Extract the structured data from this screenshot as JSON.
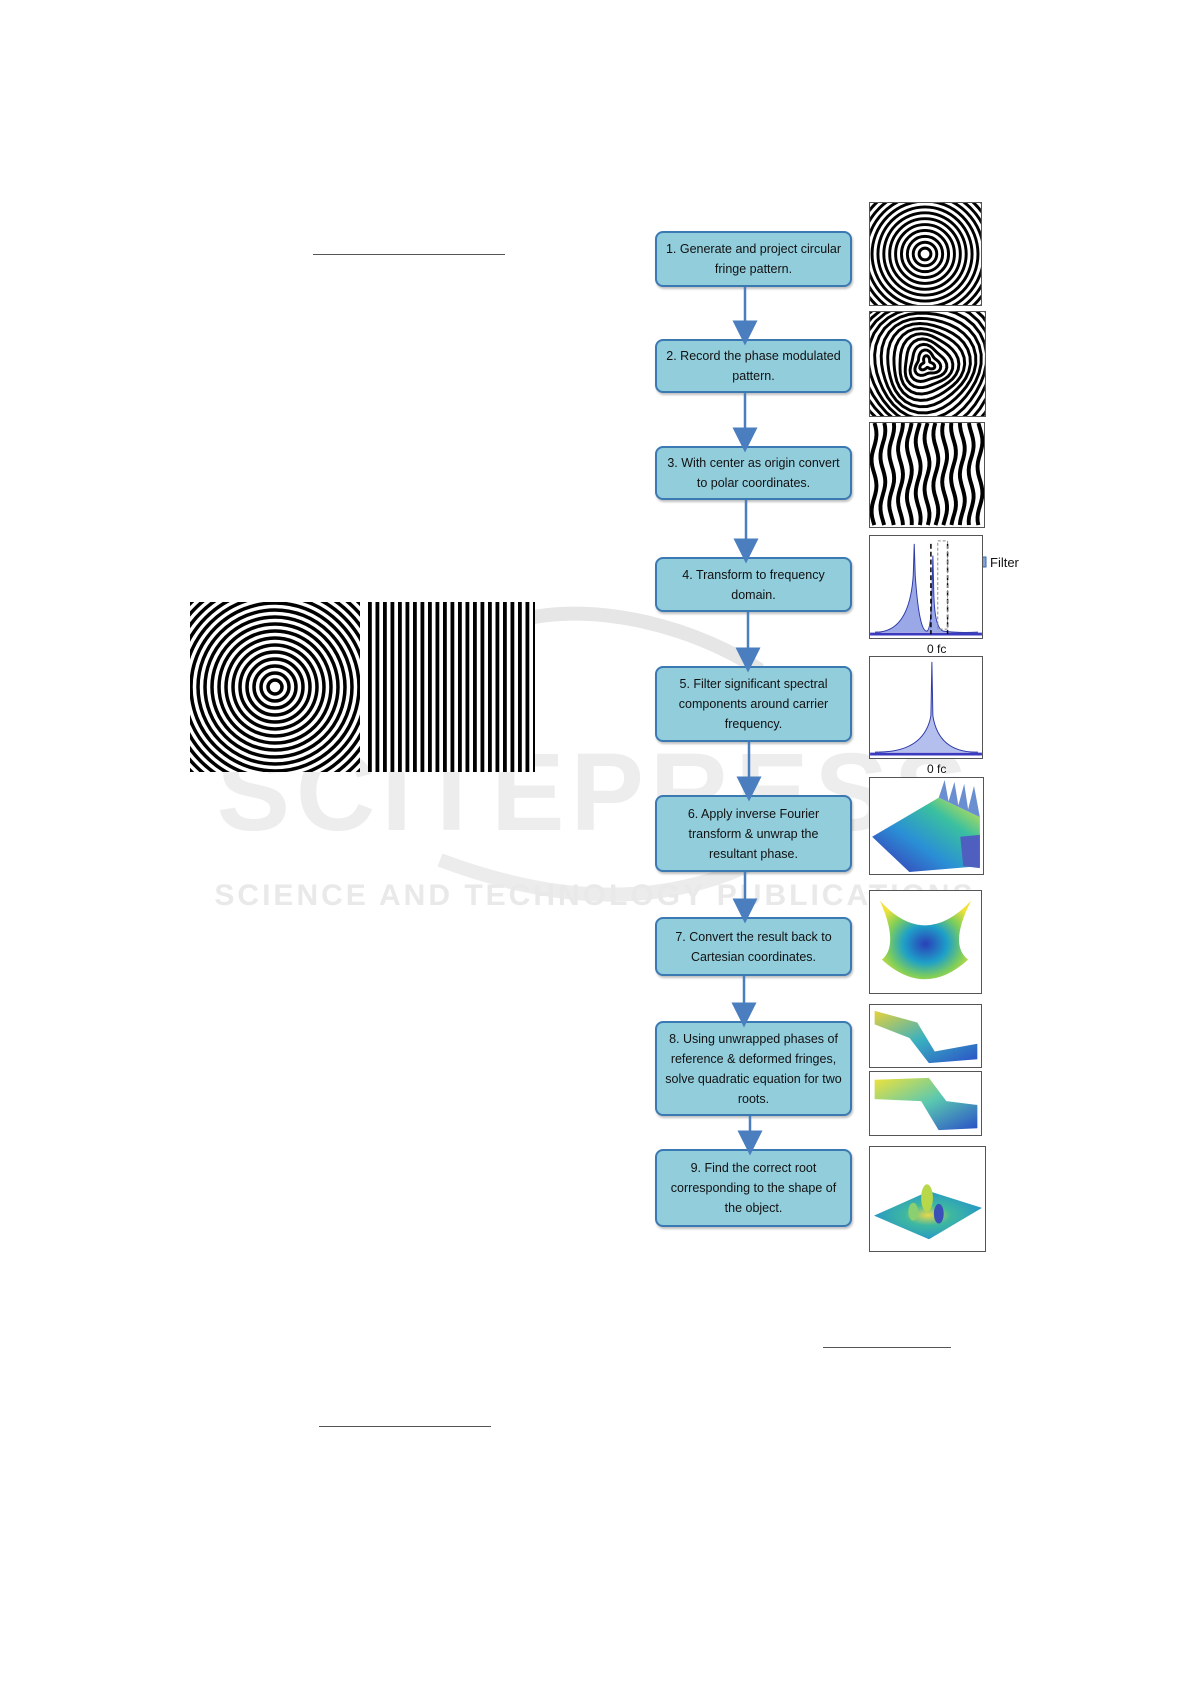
{
  "flowchart": {
    "steps": [
      {
        "label": "1. Generate and project circular fringe pattern."
      },
      {
        "label": "2. Record the phase modulated pattern."
      },
      {
        "label": "3. With center as origin convert to polar coordinates."
      },
      {
        "label": "4. Transform to frequency domain."
      },
      {
        "label": "5. Filter significant spectral components around carrier frequency."
      },
      {
        "label": "6. Apply inverse Fourier transform & unwrap the resultant phase."
      },
      {
        "label": "7. Convert the result back to Cartesian coordinates."
      },
      {
        "label": "8. Using unwrapped phases of reference & deformed fringes, solve quadratic equation for two roots."
      },
      {
        "label": "9. Find the correct root corresponding to the shape of the object."
      }
    ],
    "filter_label": "Filter",
    "spectrum_axis_1": "0  fc",
    "spectrum_axis_2": "0  fc"
  },
  "watermark": {
    "main": "SCITEPRESS",
    "sub": "SCIENCE AND TECHNOLOGY PUBLICATIONS"
  },
  "colors": {
    "step_fill": "#92cddc",
    "step_border": "#3b79b3",
    "arrow": "#4a7ebf"
  }
}
